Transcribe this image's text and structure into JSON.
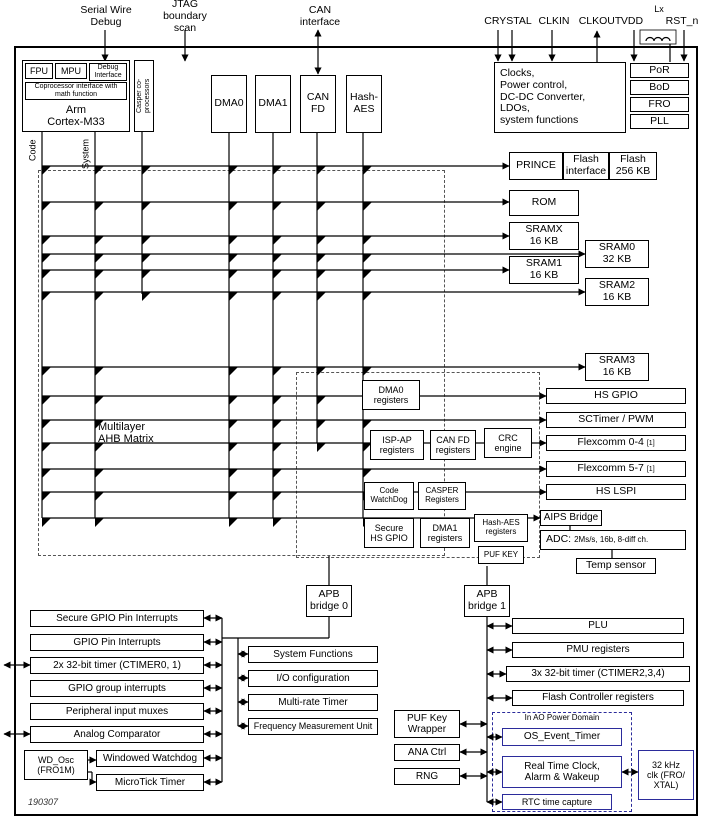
{
  "external": {
    "swd": "Serial Wire\nDebug",
    "jtag": "JTAG\nboundary scan",
    "can": "CAN\ninterface",
    "crystal": "CRYSTAL",
    "clkin": "CLKIN",
    "clkout": "CLKOUT",
    "vdd": "VDD",
    "lx": "Lx",
    "rst": "RST_n"
  },
  "cpu": {
    "fpu": "FPU",
    "mpu": "MPU",
    "debug": "Debug\nInterface",
    "coproc": "Coprocessor interface with\nmath function",
    "core": "Arm\nCortex-M33",
    "casper": "Casper co-processors",
    "bus_code": "Code",
    "bus_system": "System"
  },
  "accel": {
    "dma0": "DMA0",
    "dma1": "DMA1",
    "canfd": "CAN\nFD",
    "hash": "Hash-\nAES"
  },
  "power": {
    "clocks": "Clocks,\nPower control,\nDC-DC Converter,\nLDOs,\nsystem functions",
    "por": "PoR",
    "bod": "BoD",
    "fro": "FRO",
    "pll": "PLL"
  },
  "memory": {
    "prince": "PRINCE",
    "flash_if": "Flash\ninterface",
    "flash": "Flash\n256 KB",
    "rom": "ROM",
    "sramx": "SRAMX\n16 KB",
    "sram0": "SRAM0\n32 KB",
    "sram1": "SRAM1\n16 KB",
    "sram2": "SRAM2\n16 KB",
    "sram3": "SRAM3\n16 KB"
  },
  "matrix_label": "Multilayer\nAHB Matrix",
  "regs": {
    "dma0": "DMA0\nregisters",
    "isp": "ISP-AP\nregisters",
    "canfd": "CAN FD\nregisters",
    "crc": "CRC\nengine",
    "codewd": "Code\nWatchDog",
    "casper": "CASPER\nRegisters",
    "sec_gpio": "Secure\nHS GPIO",
    "dma1": "DMA1\nregisters",
    "hash": "Hash-AES\nregisters",
    "pufkey": "PUF KEY"
  },
  "periph": {
    "hs_gpio": "HS GPIO",
    "sctimer": "SCTimer / PWM",
    "flex04": "Flexcomm 0-4",
    "flex57": "Flexcomm 5-7",
    "footnote": "[1]",
    "hs_lspi": "HS LSPI",
    "aips": "AIPS Bridge",
    "adc": "ADC:",
    "adc_detail": "2Ms/s, 16b, 8-diff ch.",
    "temp": "Temp sensor"
  },
  "bridges": {
    "apb0": "APB\nbridge 0",
    "apb1": "APB\nbridge 1"
  },
  "left_col": [
    "Secure GPIO Pin Interrupts",
    "GPIO Pin Interrupts",
    "2x 32-bit timer (CTIMER0, 1)",
    "GPIO group interrupts",
    "Peripheral input muxes",
    "Analog Comparator"
  ],
  "watchdog": {
    "osc": "WD_Osc\n(FRO1M)",
    "windowed": "Windowed Watchdog",
    "microtick": "MicroTick Timer"
  },
  "mid_col": [
    "System Functions",
    "I/O configuration",
    "Multi-rate Timer",
    "Frequency Measurement Unit"
  ],
  "security": {
    "puf": "PUF Key\nWrapper",
    "ana": "ANA Ctrl",
    "rng": "RNG"
  },
  "right_col": [
    "PLU",
    "PMU registers",
    "3x 32-bit timer (CTIMER2,3,4)",
    "Flash Controller registers"
  ],
  "ao": {
    "label": "In AO Power Domain",
    "os_timer": "OS_Event_Timer",
    "rtc": "Real Time Clock,\nAlarm & Wakeup",
    "capture": "RTC time capture"
  },
  "clk32": "32 kHz\nclk (FRO/\nXTAL)",
  "doc_number": "190307"
}
